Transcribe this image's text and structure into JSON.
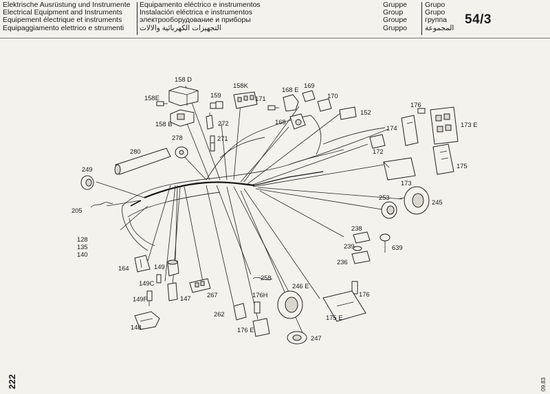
{
  "header": {
    "titles_left": [
      "Elektrische Ausrüstung und Instrumente",
      "Electrical Equipment and Instruments",
      "Equipement électrique et instruments",
      "Equipaggiamento elettrico e strumenti"
    ],
    "titles_right": [
      "Equipamento eléctrico e instrumentos",
      "Instalación eléctrica e instrumentos",
      "электрооборудование и приборы",
      "التجهيزات الكهربائية والالات"
    ],
    "group_left": [
      "Gruppe",
      "Group",
      "Groupe",
      "Gruppo"
    ],
    "group_right": [
      "Grupo",
      "Grupo",
      "группа",
      "المجموعة"
    ],
    "group_number": "54/3"
  },
  "page_number": "222",
  "print_date": "09.83",
  "part_labels": [
    "158 D",
    "158E",
    "158 B",
    "159",
    "272",
    "271",
    "158K",
    "171",
    "168 E",
    "169",
    "170",
    "168",
    "152",
    "176",
    "174",
    "173 E",
    "172",
    "175",
    "173",
    "280",
    "278",
    "249",
    "205",
    "128",
    "135",
    "140",
    "253",
    "245",
    "238",
    "239",
    "639",
    "236",
    "164",
    "149",
    "149C",
    "149F",
    "147",
    "148",
    "267",
    "258",
    "246 E",
    "176",
    "176H",
    "262",
    "175 E",
    "176 E",
    "247"
  ]
}
